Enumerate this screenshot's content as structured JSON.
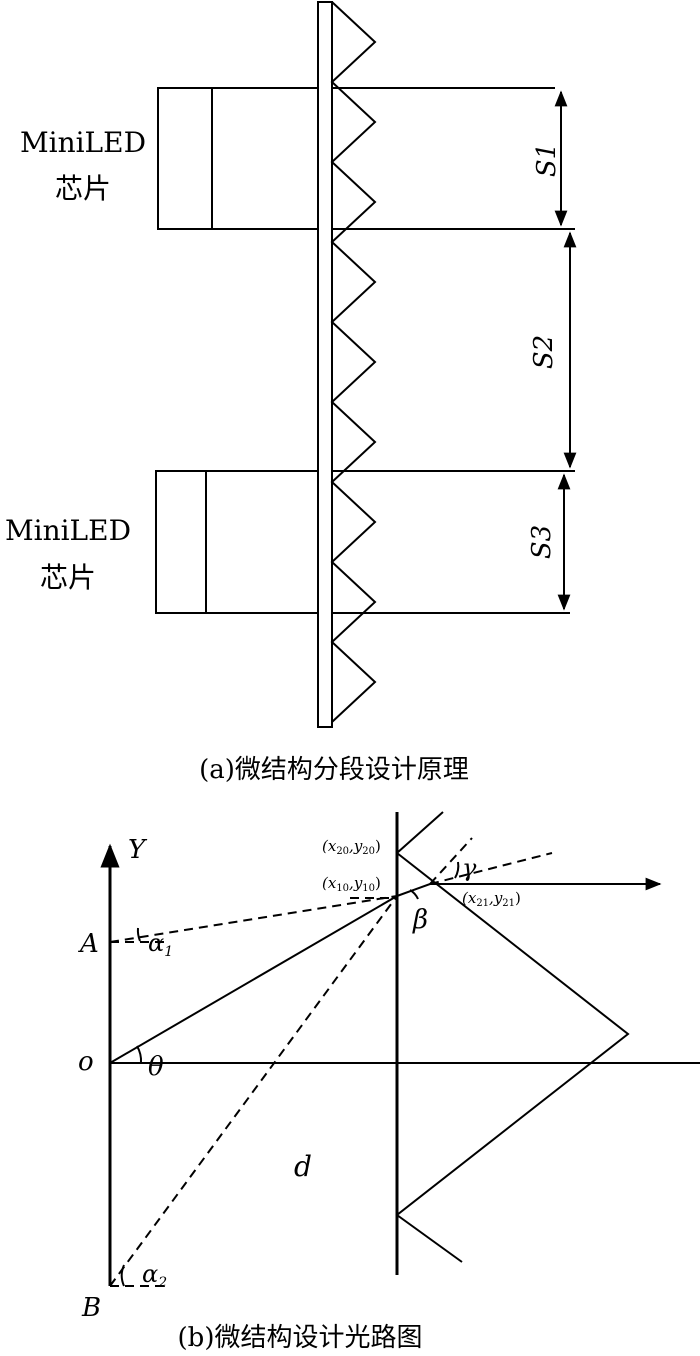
{
  "panel_a": {
    "chip_label_line1": "MiniLED",
    "chip_label_line2": "芯片",
    "segment_labels": [
      "S1",
      "S2",
      "S3"
    ],
    "caption": "(a)微结构分段设计原理"
  },
  "panel_b": {
    "axis_y_label": "Y",
    "point_A": "A",
    "point_o": "o",
    "point_B": "B",
    "angle_alpha1": "α",
    "angle_alpha1_sub": "1",
    "angle_alpha2": "α",
    "angle_alpha2_sub": "2",
    "angle_theta": "θ",
    "angle_beta": "β",
    "angle_gamma": "γ",
    "distance_d": "d",
    "coord_20": "(x",
    "coord_20_sub": "20",
    "coord_20_mid": ",y",
    "coord_20_sub2": "20",
    "coord_20_end": ")",
    "coord_10": "(x",
    "coord_10_sub": "10",
    "coord_10_mid": ",y",
    "coord_10_sub2": "10",
    "coord_10_end": ")",
    "coord_21": "(x",
    "coord_21_sub": "21",
    "coord_21_mid": ",y",
    "coord_21_sub2": "21",
    "coord_21_end": ")",
    "caption": "(b)微结构设计光路图"
  }
}
